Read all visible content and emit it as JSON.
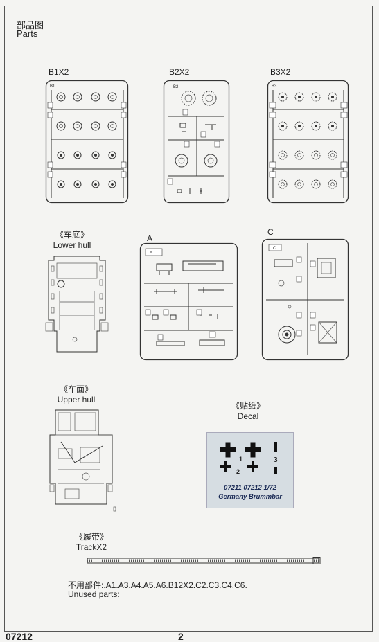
{
  "header": {
    "title_cn": "部品图",
    "title_en": "Parts"
  },
  "sprues": {
    "b1": {
      "label": "B1X2",
      "tag": "B1"
    },
    "b2": {
      "label": "B2X2",
      "tag": "B2"
    },
    "b3": {
      "label": "B3X2",
      "tag": "B3"
    },
    "a": {
      "label": "A",
      "tag": "A"
    },
    "c": {
      "label": "C",
      "tag": "C"
    }
  },
  "lower_hull": {
    "label_cn": "《车底》",
    "label_en": "Lower hull"
  },
  "upper_hull": {
    "label_cn": "《车面》",
    "label_en": "Upper hull"
  },
  "decal": {
    "label_cn": "《贴纸》",
    "label_en": "Decal",
    "marks": [
      "1",
      "2",
      "3"
    ],
    "code": "07211 07212 1/72",
    "name": "Germany Brummbar"
  },
  "track": {
    "label_cn": "《履带》",
    "label_en": "TrackX2"
  },
  "unused": {
    "label_cn": "不用部件:",
    "parts": ".A1.A3.A4.A5.A6.B12X2.C2.C3.C4.C6.",
    "label_en": "Unused parts:"
  },
  "footer": {
    "code": "07212",
    "page": "2"
  }
}
